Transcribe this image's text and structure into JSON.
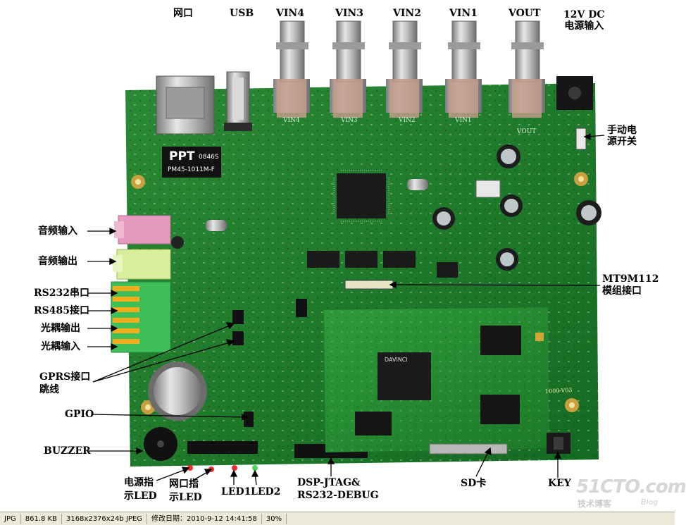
{
  "colors": {
    "pcb": "#1f7a2a",
    "pcb_dark": "#15601f",
    "chip": "#1b1b1b",
    "connector_metal": "#b8b8b8",
    "label_text": "#000000",
    "status_bg": "#ece9d8",
    "pink_jack": "#e79ac0",
    "lime_jack": "#d7ef9a",
    "terminal_green": "#3fbf5a"
  },
  "labels": {
    "net_port": "网口",
    "usb": "USB",
    "vin4": "VIN4",
    "vin3": "VIN3",
    "vin2": "VIN2",
    "vin1": "VIN1",
    "vout": "VOUT",
    "power_input": "12V DC\n电源输入",
    "manual_switch": "手动电\n源开关",
    "audio_in": "音频输入",
    "audio_out": "音频输出",
    "rs232": "RS232串口",
    "rs485": "RS485接口",
    "opto_out": "光耦输出",
    "opto_in": "光耦输入",
    "gprs": "GPRS接口\n跳线",
    "gpio": "GPIO",
    "buzzer": "BUZZER",
    "power_led": "电源指\n示LED",
    "net_led": "网口指\n示LED",
    "led1": "LED1",
    "led2": "LED2",
    "dsp_jtag": "DSP-JTAG&\nRS232-DEBUG",
    "sd_card": "SD卡",
    "key": "KEY",
    "mt9m112": "MT9M112\n模组接口"
  },
  "board_markings": {
    "transformer_brand": "PPT",
    "transformer_code": "0846S",
    "transformer_model": "PM45-1011M-F",
    "silk_vin4": "VIN4",
    "silk_vin3": "VIN3",
    "silk_vin2": "VIN2",
    "silk_vin1": "VIN1",
    "silk_vout": "VOUT",
    "dsp_chip": "DAVINCI",
    "module_silk": "1000-V03"
  },
  "watermark": {
    "site": "51CTO.com",
    "sub_cn": "技术博客",
    "sub_en": "Blog"
  },
  "statusbar": {
    "format": "JPG",
    "filesize": "861.8 KB",
    "dims": "3168x2376x24b JPEG",
    "modified_label": "修改日期：",
    "modified_value": "2010-9-12 14:41:58",
    "zoom": "30%"
  }
}
